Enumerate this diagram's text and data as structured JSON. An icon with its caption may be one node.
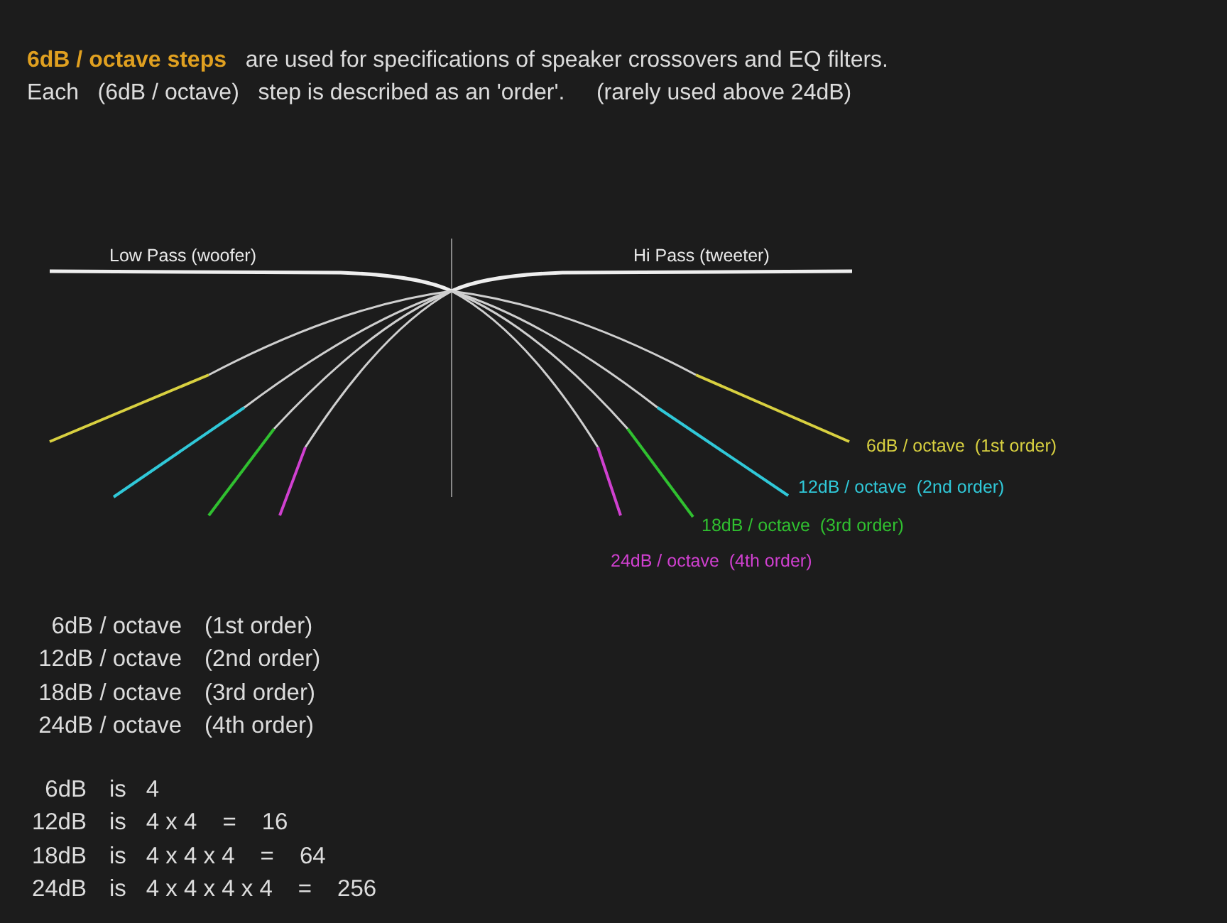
{
  "diagram": {
    "labels": [
      "**6dB / octave steps**   are used for specifications of speaker crossovers and EQ filters.",
      "Each   (6dB / octave)   step is described as an 'order'.     (rarely used above 24dB)",
      "Low Pass (woofer)",
      "Hi Pass (tweeter)",
      "6dB / octave  (1st order)",
      "12dB / octave  (2nd order)",
      "18dB / octave  (3rd order)",
      "24dB / octave  (4th order)",
      "6dB / octave",
      "(1st order)",
      "12dB / octave",
      "(2nd order)",
      "18dB / octave",
      "(3rd order)",
      "24dB / octave",
      "(4th order)",
      "6dB",
      "is",
      "4",
      "12dB",
      "is",
      "4 x 4",
      "=",
      "16",
      "18dB",
      "is",
      "4 x 4 x 4",
      "=",
      "64",
      "24dB",
      "is",
      "4 x 4 x 4 x 4",
      "=",
      "256"
    ]
  }
}
